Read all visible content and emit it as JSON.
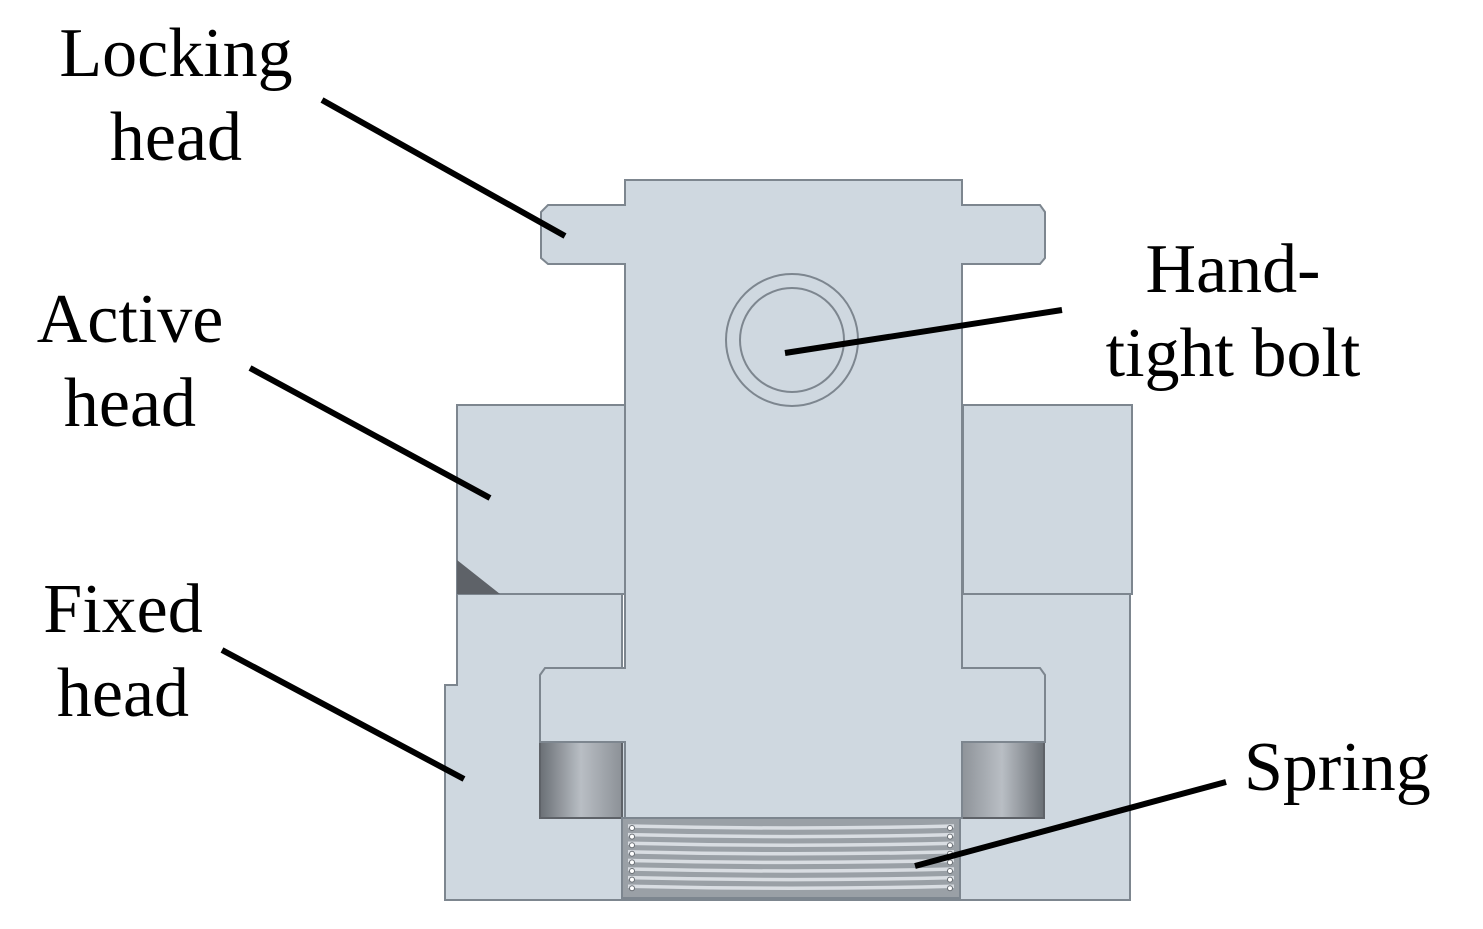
{
  "labels": {
    "locking_head": [
      "Locking",
      "head"
    ],
    "active_head": [
      "Active",
      "head"
    ],
    "fixed_head": [
      "Fixed",
      "head"
    ],
    "hand_tight_bolt": [
      "Hand-",
      "tight bolt"
    ],
    "spring": [
      "Spring"
    ]
  },
  "colors": {
    "part_fill": "#cfd8e0",
    "part_edge": "#7d868f",
    "cavity": "#8e9399",
    "cavity_dark": "#5e6268",
    "spring_bg": "#9aa0a6",
    "spring_coil": "#d9dde2",
    "leader": "#000000"
  }
}
